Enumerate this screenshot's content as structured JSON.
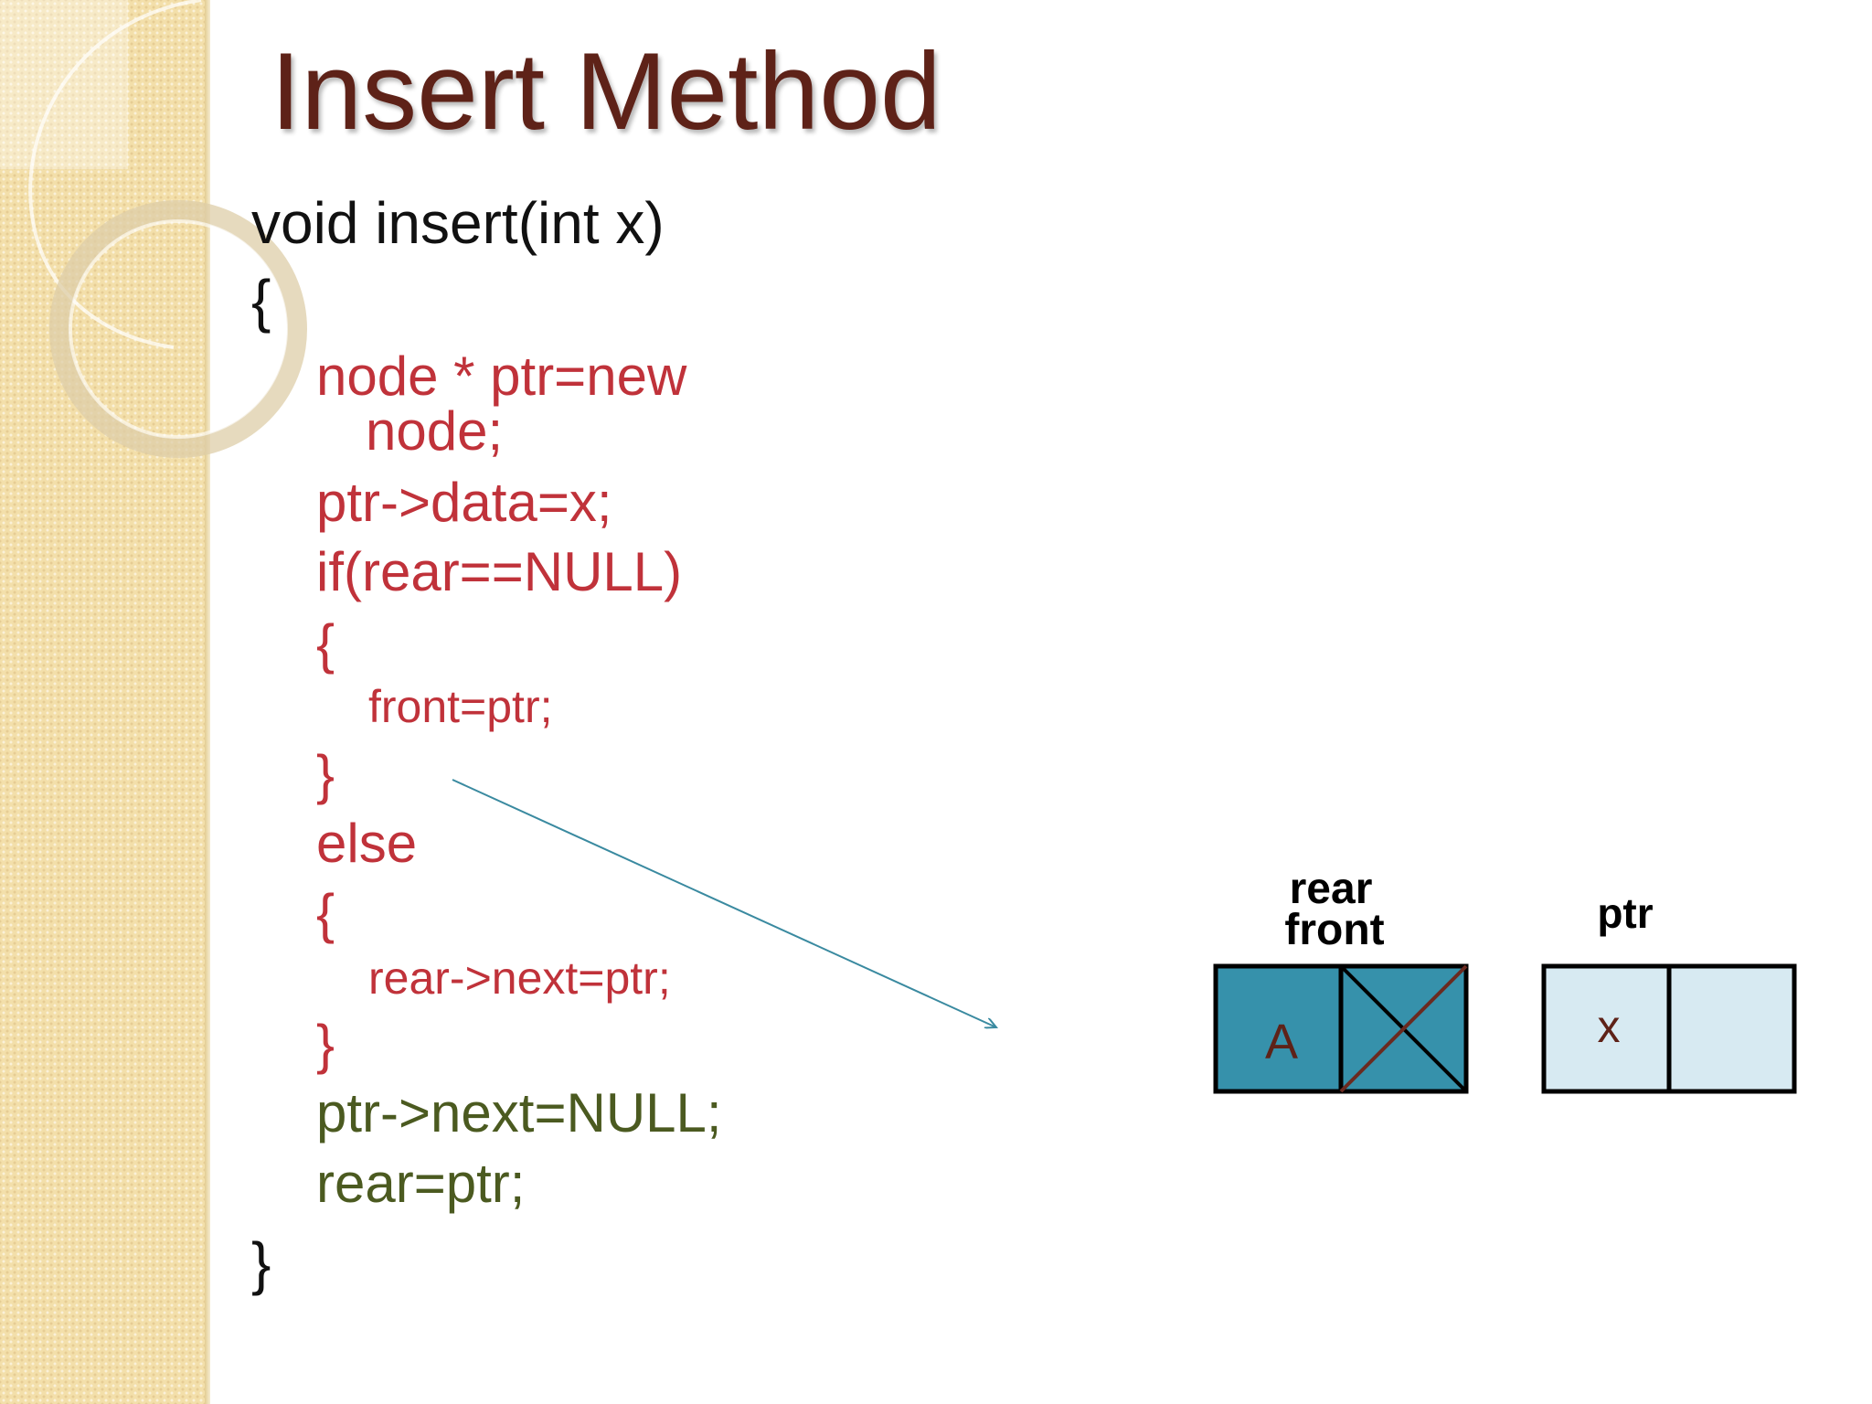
{
  "slide": {
    "title": "Insert Method",
    "code": {
      "signature": "void insert(int x)",
      "open_brace": "{",
      "line_new_node": "node * ptr=new",
      "line_new_node_cont": "node;",
      "line_set_data": "ptr->data=x;",
      "line_if": "if(rear==NULL)",
      "if_open": "{",
      "line_front": "front=ptr;",
      "if_close": "}",
      "line_else": "else",
      "else_open": "{",
      "line_rear_next": "rear->next=ptr;",
      "else_close": "}",
      "line_ptr_next": "ptr->next=NULL;",
      "line_rear": "rear=ptr;",
      "close_brace": "}"
    }
  },
  "diagram": {
    "node1": {
      "labels": [
        "rear",
        "front"
      ],
      "data": "A",
      "fill": "#3691ab"
    },
    "node2": {
      "label": "ptr",
      "data": "x",
      "fill": "#d7eaf2"
    },
    "colors": {
      "title": "#5e2218",
      "code_red": "#c0323a",
      "code_olive": "#4b5a20",
      "arrow": "#3a8aa0",
      "null_cross": "#6b2a20",
      "sidebar": "#f3dfaa"
    }
  }
}
